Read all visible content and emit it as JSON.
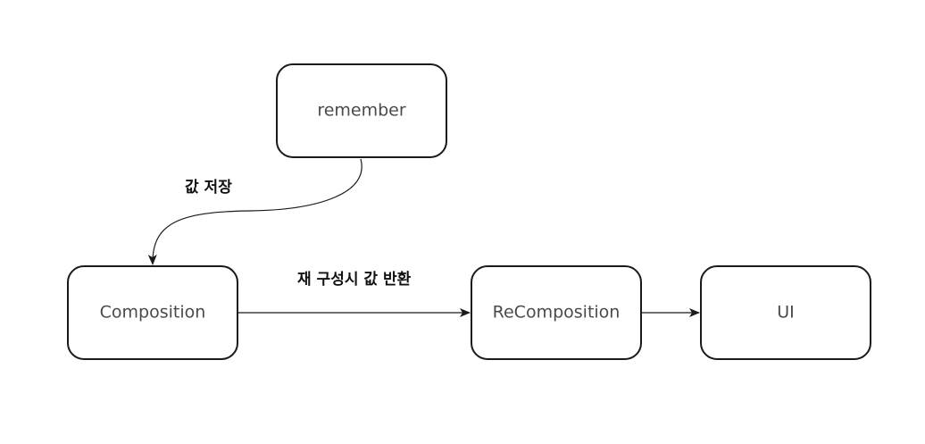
{
  "diagram": {
    "nodes": {
      "remember": {
        "label": "remember"
      },
      "composition": {
        "label": "Composition"
      },
      "recomposition": {
        "label": "ReComposition"
      },
      "ui": {
        "label": "UI"
      }
    },
    "edges": {
      "remember_to_composition": {
        "label": "값 저장"
      },
      "composition_to_recomposition": {
        "label": "재 구성시 값 반환"
      },
      "recomposition_to_ui": {
        "label": ""
      }
    },
    "colors": {
      "stroke": "#1a1a1a",
      "node_text": "#4a4a4a",
      "edge_text": "#111111",
      "background": "#ffffff"
    }
  }
}
